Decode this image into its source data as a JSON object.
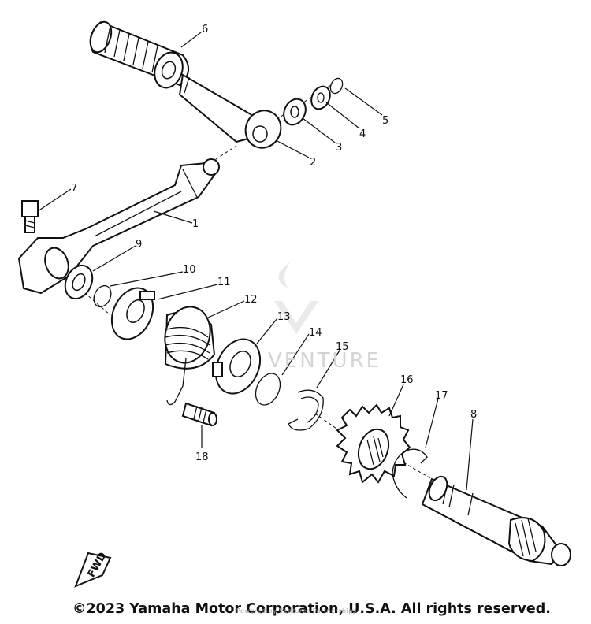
{
  "callouts": [
    "6",
    "5",
    "4",
    "3",
    "2",
    "7",
    "1",
    "9",
    "10",
    "11",
    "12",
    "13",
    "14",
    "15",
    "16",
    "17",
    "8",
    "18"
  ],
  "fwd_badge": "FWD",
  "watermark": {
    "text": "VENTURE",
    "subtext": "Powered by Ventures Partnerships"
  },
  "footer": {
    "copyright": "©2023 Yamaha Motor Corporation, U.S.A. All rights reserved."
  },
  "colors": {
    "line": "#111111",
    "background": "#ffffff",
    "watermark": "#d4d4d4"
  }
}
